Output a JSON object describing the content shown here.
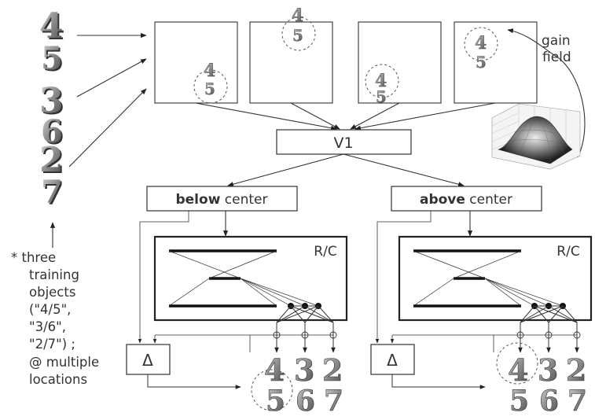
{
  "stimuli": [
    {
      "top": "4",
      "bottom": "5"
    },
    {
      "top": "3",
      "bottom": "6"
    },
    {
      "top": "2",
      "bottom": "7"
    }
  ],
  "retina": {
    "gain_label_1": "gain",
    "gain_label_2": "field"
  },
  "v1": {
    "label": "V1"
  },
  "modules": [
    {
      "word_bold": "below",
      "word_rest": " center",
      "rc_label": "R/C",
      "delta": "Δ"
    },
    {
      "word_bold": "above",
      "word_rest": " center",
      "rc_label": "R/C",
      "delta": "Δ"
    }
  ],
  "note": {
    "lines": [
      "*  three",
      "training",
      "objects",
      "(\"4/5\",",
      " \"3/6\",",
      " \"2/7\") ;",
      "@ multiple",
      "locations"
    ]
  },
  "colors": {
    "line": "#222222",
    "digit_fill": "#8a8a8a",
    "digit_shadow": "#3a3a3a",
    "dashed_circle": "#555555"
  }
}
